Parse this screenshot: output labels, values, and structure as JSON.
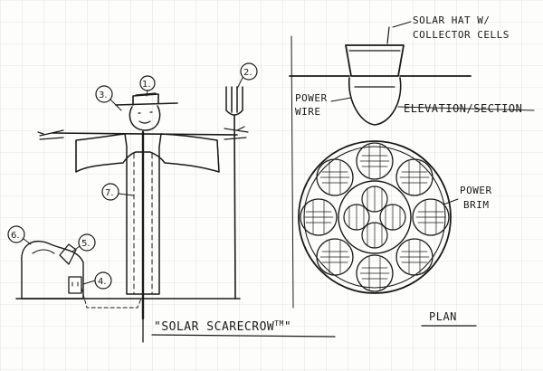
{
  "labels": {
    "title_line1": "\"SOLAR SCARECROW",
    "title_tm": "TM",
    "title_quote_end": "\"",
    "hat_line1": "SOLAR HAT W/",
    "hat_line2": "COLLECTOR CELLS",
    "wire_line1": "POWER",
    "wire_line2": "WIRE",
    "elevation": "ELEVATION/SECTION",
    "brim_line1": "POWER",
    "brim_line2": "BRIM",
    "plan": "PLAN"
  },
  "callouts": [
    "1.",
    "2.",
    "3.",
    "4.",
    "5.",
    "6.",
    "7."
  ]
}
